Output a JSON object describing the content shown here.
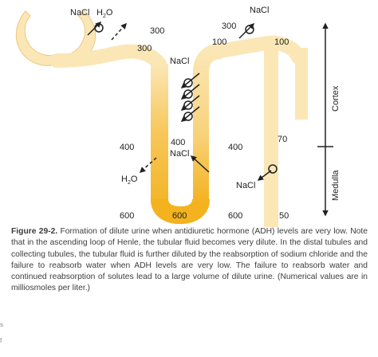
{
  "labels": {
    "nacl_top_left": "NaCl",
    "h2o_top_left_main": "H",
    "h2o_top_left_sub": "2",
    "h2o_top_left_end": "O",
    "nacl_top_right": "NaCl",
    "nacl_mid": "NaCl",
    "nacl_low_mid": "NaCl",
    "nacl_distal": "NaCl",
    "h2o_low_main": "H",
    "h2o_low_sub": "2",
    "h2o_low_end": "O",
    "cortex": "Cortex",
    "medulla": "Medulla"
  },
  "osmolarity": {
    "v300_top": "300",
    "v300_left": "300",
    "v300_right": "300",
    "v100_a": "100",
    "v100_b": "100",
    "v400_left": "400",
    "v400_mid": "400",
    "v400_right": "400",
    "v70": "70",
    "v600_left": "600",
    "v600_bottom": "600",
    "v600_right": "600",
    "v50": "50"
  },
  "caption": {
    "figure_label": "Figure 29-2.",
    "text": " Formation of dilute urine when antidiuretic hormone (ADH) levels are very low. Note that in the ascending loop of Henle, the tubular fluid becomes very dilute. In the distal tubules and collecting tubules, the tubular fluid is further diluted by the reabsorption of sodium chloride and the failure to reabsorb water when ADH levels are very low. The failure to reabsorb water and continued reabsorption of solutes lead to a large volume of dilute urine. (Numerical values are in milliosmoles per liter.)"
  },
  "margin": {
    "mark1": "s",
    "mark2": "f"
  },
  "colors": {
    "tubule_light": "#fbe7b6",
    "tubule_dark": "#f3b21e",
    "arrow": "#222222"
  }
}
